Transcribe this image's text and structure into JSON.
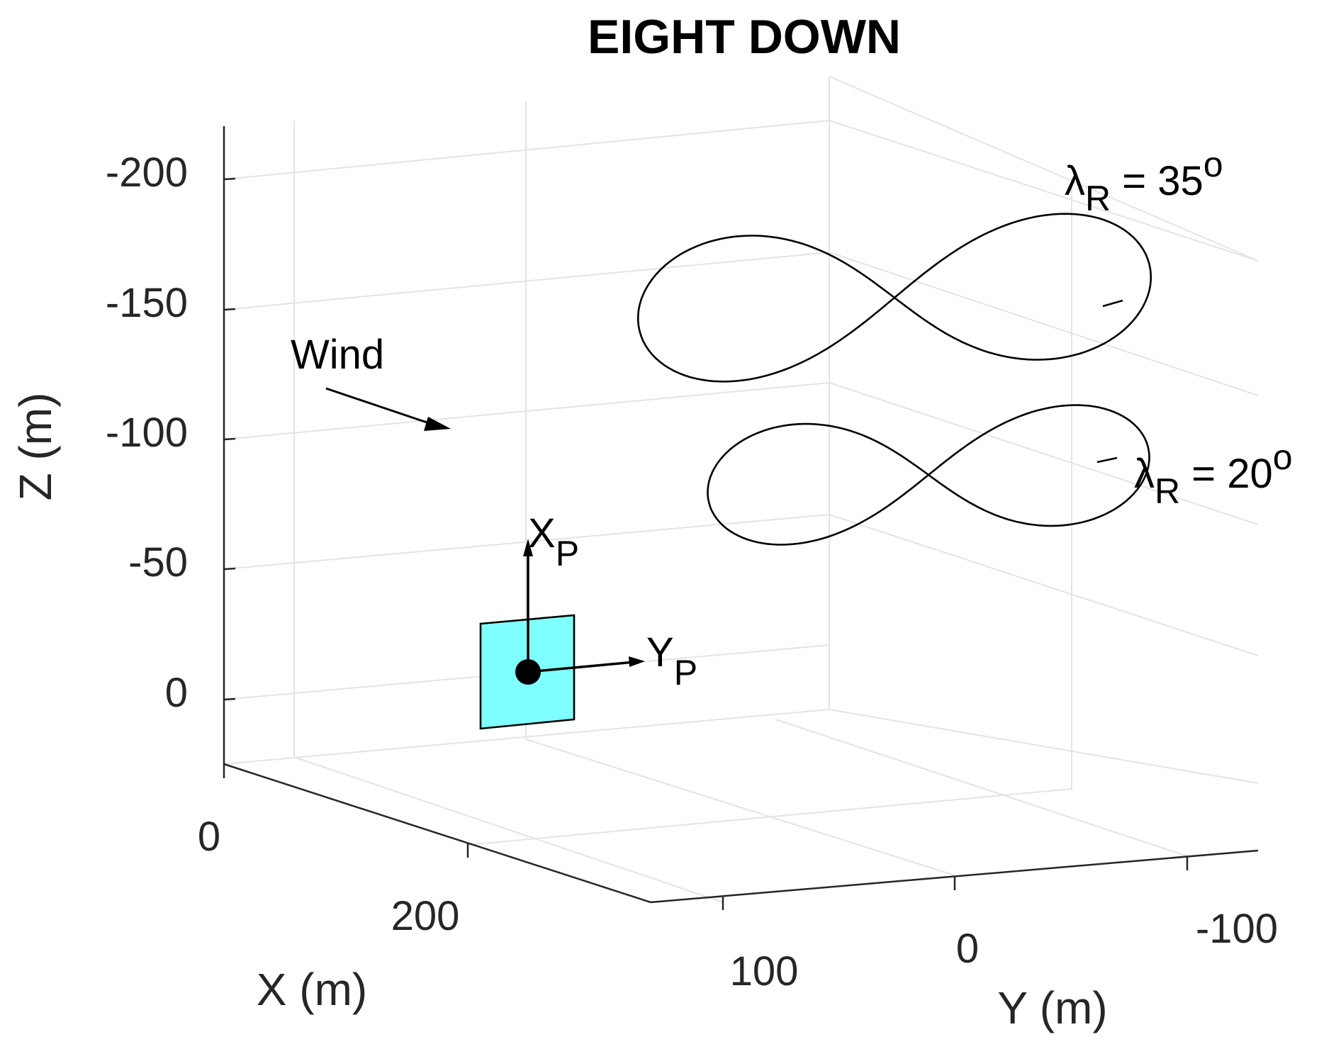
{
  "chart_data": {
    "type": "line",
    "projection": "3d",
    "title": "EIGHT DOWN",
    "xlabel": "X (m)",
    "ylabel": "Y (m)",
    "zlabel": "Z (m)",
    "z_axis_reversed": true,
    "y_axis_reversed": true,
    "grid": true,
    "x_ticks": [
      "0",
      "200"
    ],
    "y_ticks": [
      "100",
      "0",
      "-100"
    ],
    "z_ticks": [
      "-200",
      "-150",
      "-100",
      "-50",
      "0"
    ],
    "series": [
      {
        "label": "λR = 35o",
        "shape": "figure-eight",
        "color": "#000000"
      },
      {
        "label": "λR = 20o",
        "shape": "figure-eight",
        "color": "#000000"
      }
    ],
    "annotations": {
      "wind": "Wind",
      "axis_xp_main": "X",
      "axis_xp_sub": "P",
      "axis_yp_main": "Y",
      "axis_yp_sub": "P",
      "lambda_symbol": "λ",
      "lambda_sub": "R",
      "lambda35_value": " = 35",
      "lambda20_value": " = 20",
      "degree": "o"
    },
    "platform_color": "#7fffff"
  }
}
